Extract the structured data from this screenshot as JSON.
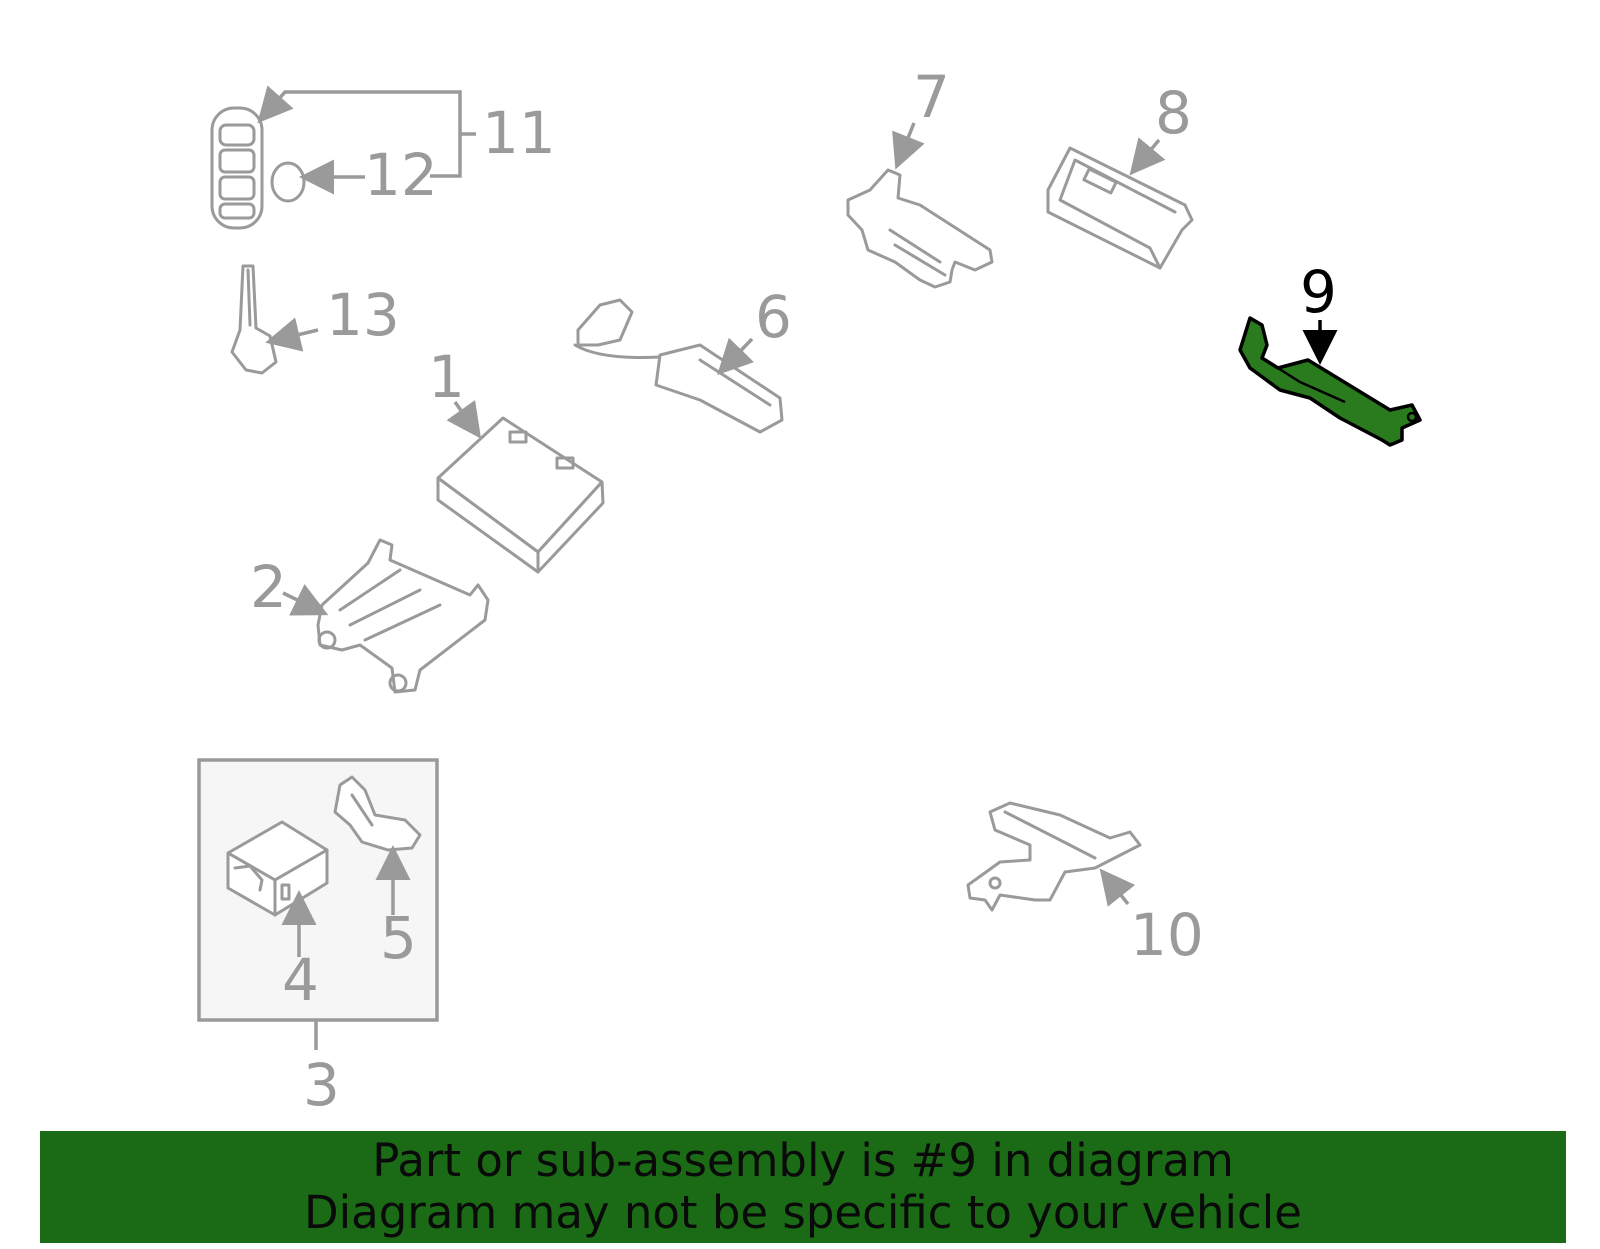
{
  "diagram": {
    "highlighted_part": "9",
    "highlight_color": "#2a7a1e",
    "callouts": [
      "1",
      "2",
      "3",
      "4",
      "5",
      "6",
      "7",
      "8",
      "9",
      "10",
      "11",
      "12",
      "13"
    ]
  },
  "banner": {
    "line1": "Part or sub-assembly is #9 in diagram",
    "line2": "Diagram may not be specific to your vehicle",
    "background": "#1b6b16"
  }
}
